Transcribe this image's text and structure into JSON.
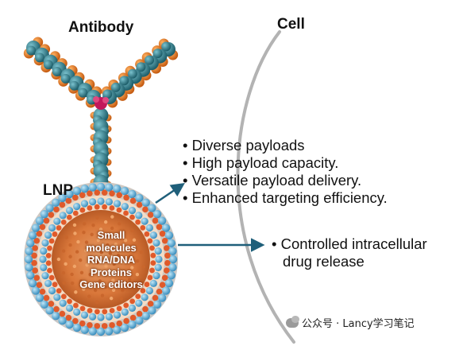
{
  "labels": {
    "antibody": "Antibody",
    "cell": "Cell",
    "lnp": "LNP"
  },
  "payload_lines": [
    "Small",
    "molecules",
    "RNA/DNA",
    "Proteins",
    "Gene editors"
  ],
  "bullets_top": [
    "Diverse payloads",
    "High payload capacity.",
    "Versatile payload delivery.",
    "Enhanced targeting efficiency."
  ],
  "bullets_bottom": [
    "Controlled intracellular",
    "drug release"
  ],
  "bullet_glyph": "•",
  "watermark": {
    "icon": "wechat-icon",
    "text": "公众号 · Lancy学习笔记"
  },
  "colors": {
    "arrow": "#1f5f7a",
    "membrane": "#b3b3b3",
    "antibody_teal": "#2f7d8a",
    "antibody_orange": "#e0761c",
    "hinge_pink": "#c2185b",
    "lipid_blue": "#5fb4d9",
    "lipid_orange": "#e05a2a",
    "core": "#d9773a"
  }
}
